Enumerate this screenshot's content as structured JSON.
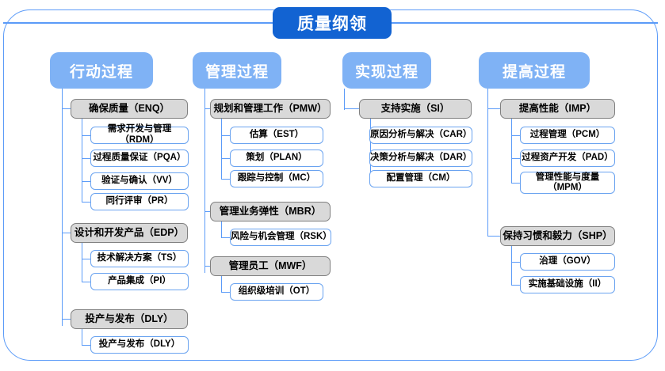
{
  "root": {
    "title": "质量纲领"
  },
  "columns": [
    {
      "header": "行动过程",
      "groups": [
        {
          "label": "确保质量（ENQ）",
          "items": [
            "需求开发与管理（RDM）",
            "过程质量保证（PQA）",
            "验证与确认（VV）",
            "同行评审（PR）"
          ]
        },
        {
          "label": "设计和开发产品（EDP）",
          "items": [
            "技术解决方案（TS）",
            "产品集成（PI）"
          ]
        },
        {
          "label": "投产与发布（DLY）",
          "items": [
            "投产与发布（DLY）"
          ]
        }
      ]
    },
    {
      "header": "管理过程",
      "groups": [
        {
          "label": "规划和管理工作（PMW）",
          "items": [
            "估算（EST）",
            "策划（PLAN）",
            "跟踪与控制（MC）"
          ]
        },
        {
          "label": "管理业务弹性（MBR）",
          "items": [
            "风险与机会管理（RSK）"
          ]
        },
        {
          "label": "管理员工（MWF）",
          "items": [
            "组织级培训（OT）"
          ]
        }
      ]
    },
    {
      "header": "实现过程",
      "groups": [
        {
          "label": "支持实施（SI）",
          "items": [
            "原因分析与解决（CAR）",
            "决策分析与解决（DAR）",
            "配置管理（CM）"
          ]
        }
      ]
    },
    {
      "header": "提高过程",
      "groups": [
        {
          "label": "提高性能（IMP）",
          "items": [
            "过程管理（PCM）",
            "过程资产开发（PAD）",
            "管理性能与度量\n（MPM）"
          ]
        },
        {
          "label": "保持习惯和毅力（SHP）",
          "items": [
            "治理（GOV）",
            "实施基础设施（II）"
          ]
        }
      ]
    }
  ],
  "colors": {
    "root_fill": "#1263d2",
    "header_fill": "#7fb2f5",
    "group_fill": "#d9d9d9",
    "group_border": "#808080",
    "leaf_border": "#6aa3f0",
    "connector": "#5b9bf8",
    "frame_border": "#5b9bf8"
  }
}
